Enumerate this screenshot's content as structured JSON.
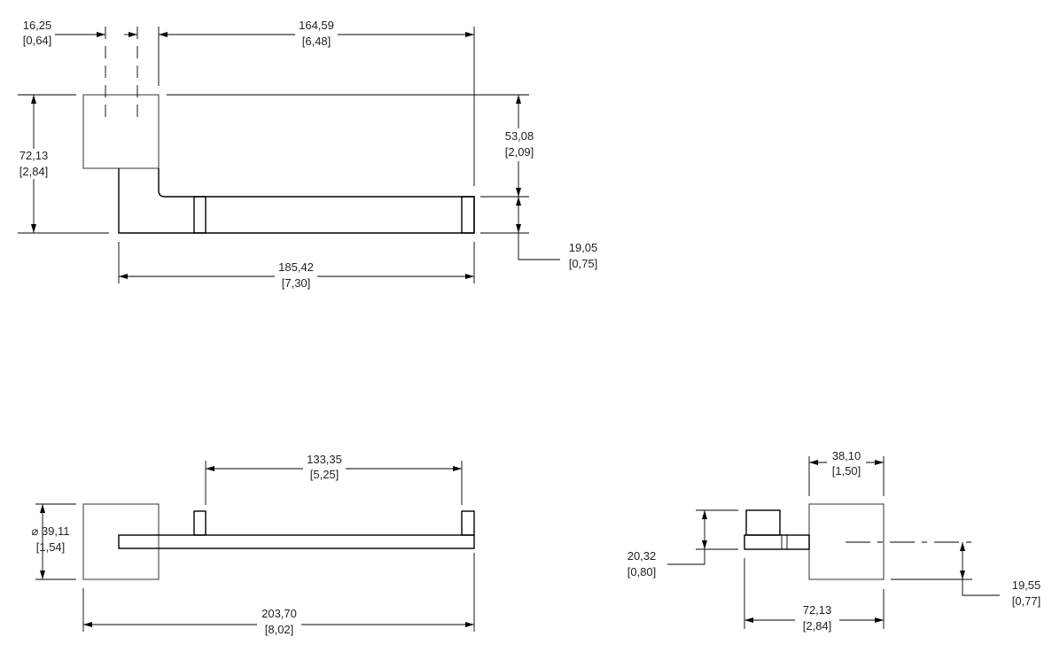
{
  "top_view": {
    "dim_hole_spacing": {
      "mm": "16,25",
      "in": "[0,64]"
    },
    "dim_post_span": {
      "mm": "164,59",
      "in": "[6,48]"
    },
    "dim_height": {
      "mm": "72,13",
      "in": "[2,84]"
    },
    "dim_offset": {
      "mm": "53,08",
      "in": "[2,09]"
    },
    "dim_bar_height": {
      "mm": "19,05",
      "in": "[0,75]"
    },
    "dim_length": {
      "mm": "185,42",
      "in": "[7,30]"
    }
  },
  "front_view": {
    "dim_post_spacing": {
      "mm": "133,35",
      "in": "[5,25]"
    },
    "dim_diameter": {
      "mm": "⌀ 39,11",
      "in": "[1,54]"
    },
    "dim_overall": {
      "mm": "203,70",
      "in": "[8,02]"
    }
  },
  "side_view": {
    "dim_base_width": {
      "mm": "38,10",
      "in": "[1,50]"
    },
    "dim_post_height": {
      "mm": "20,32",
      "in": "[0,80]"
    },
    "dim_center": {
      "mm": "19,55",
      "in": "[0,77]"
    },
    "dim_depth": {
      "mm": "72,13",
      "in": "[2,84]"
    }
  }
}
